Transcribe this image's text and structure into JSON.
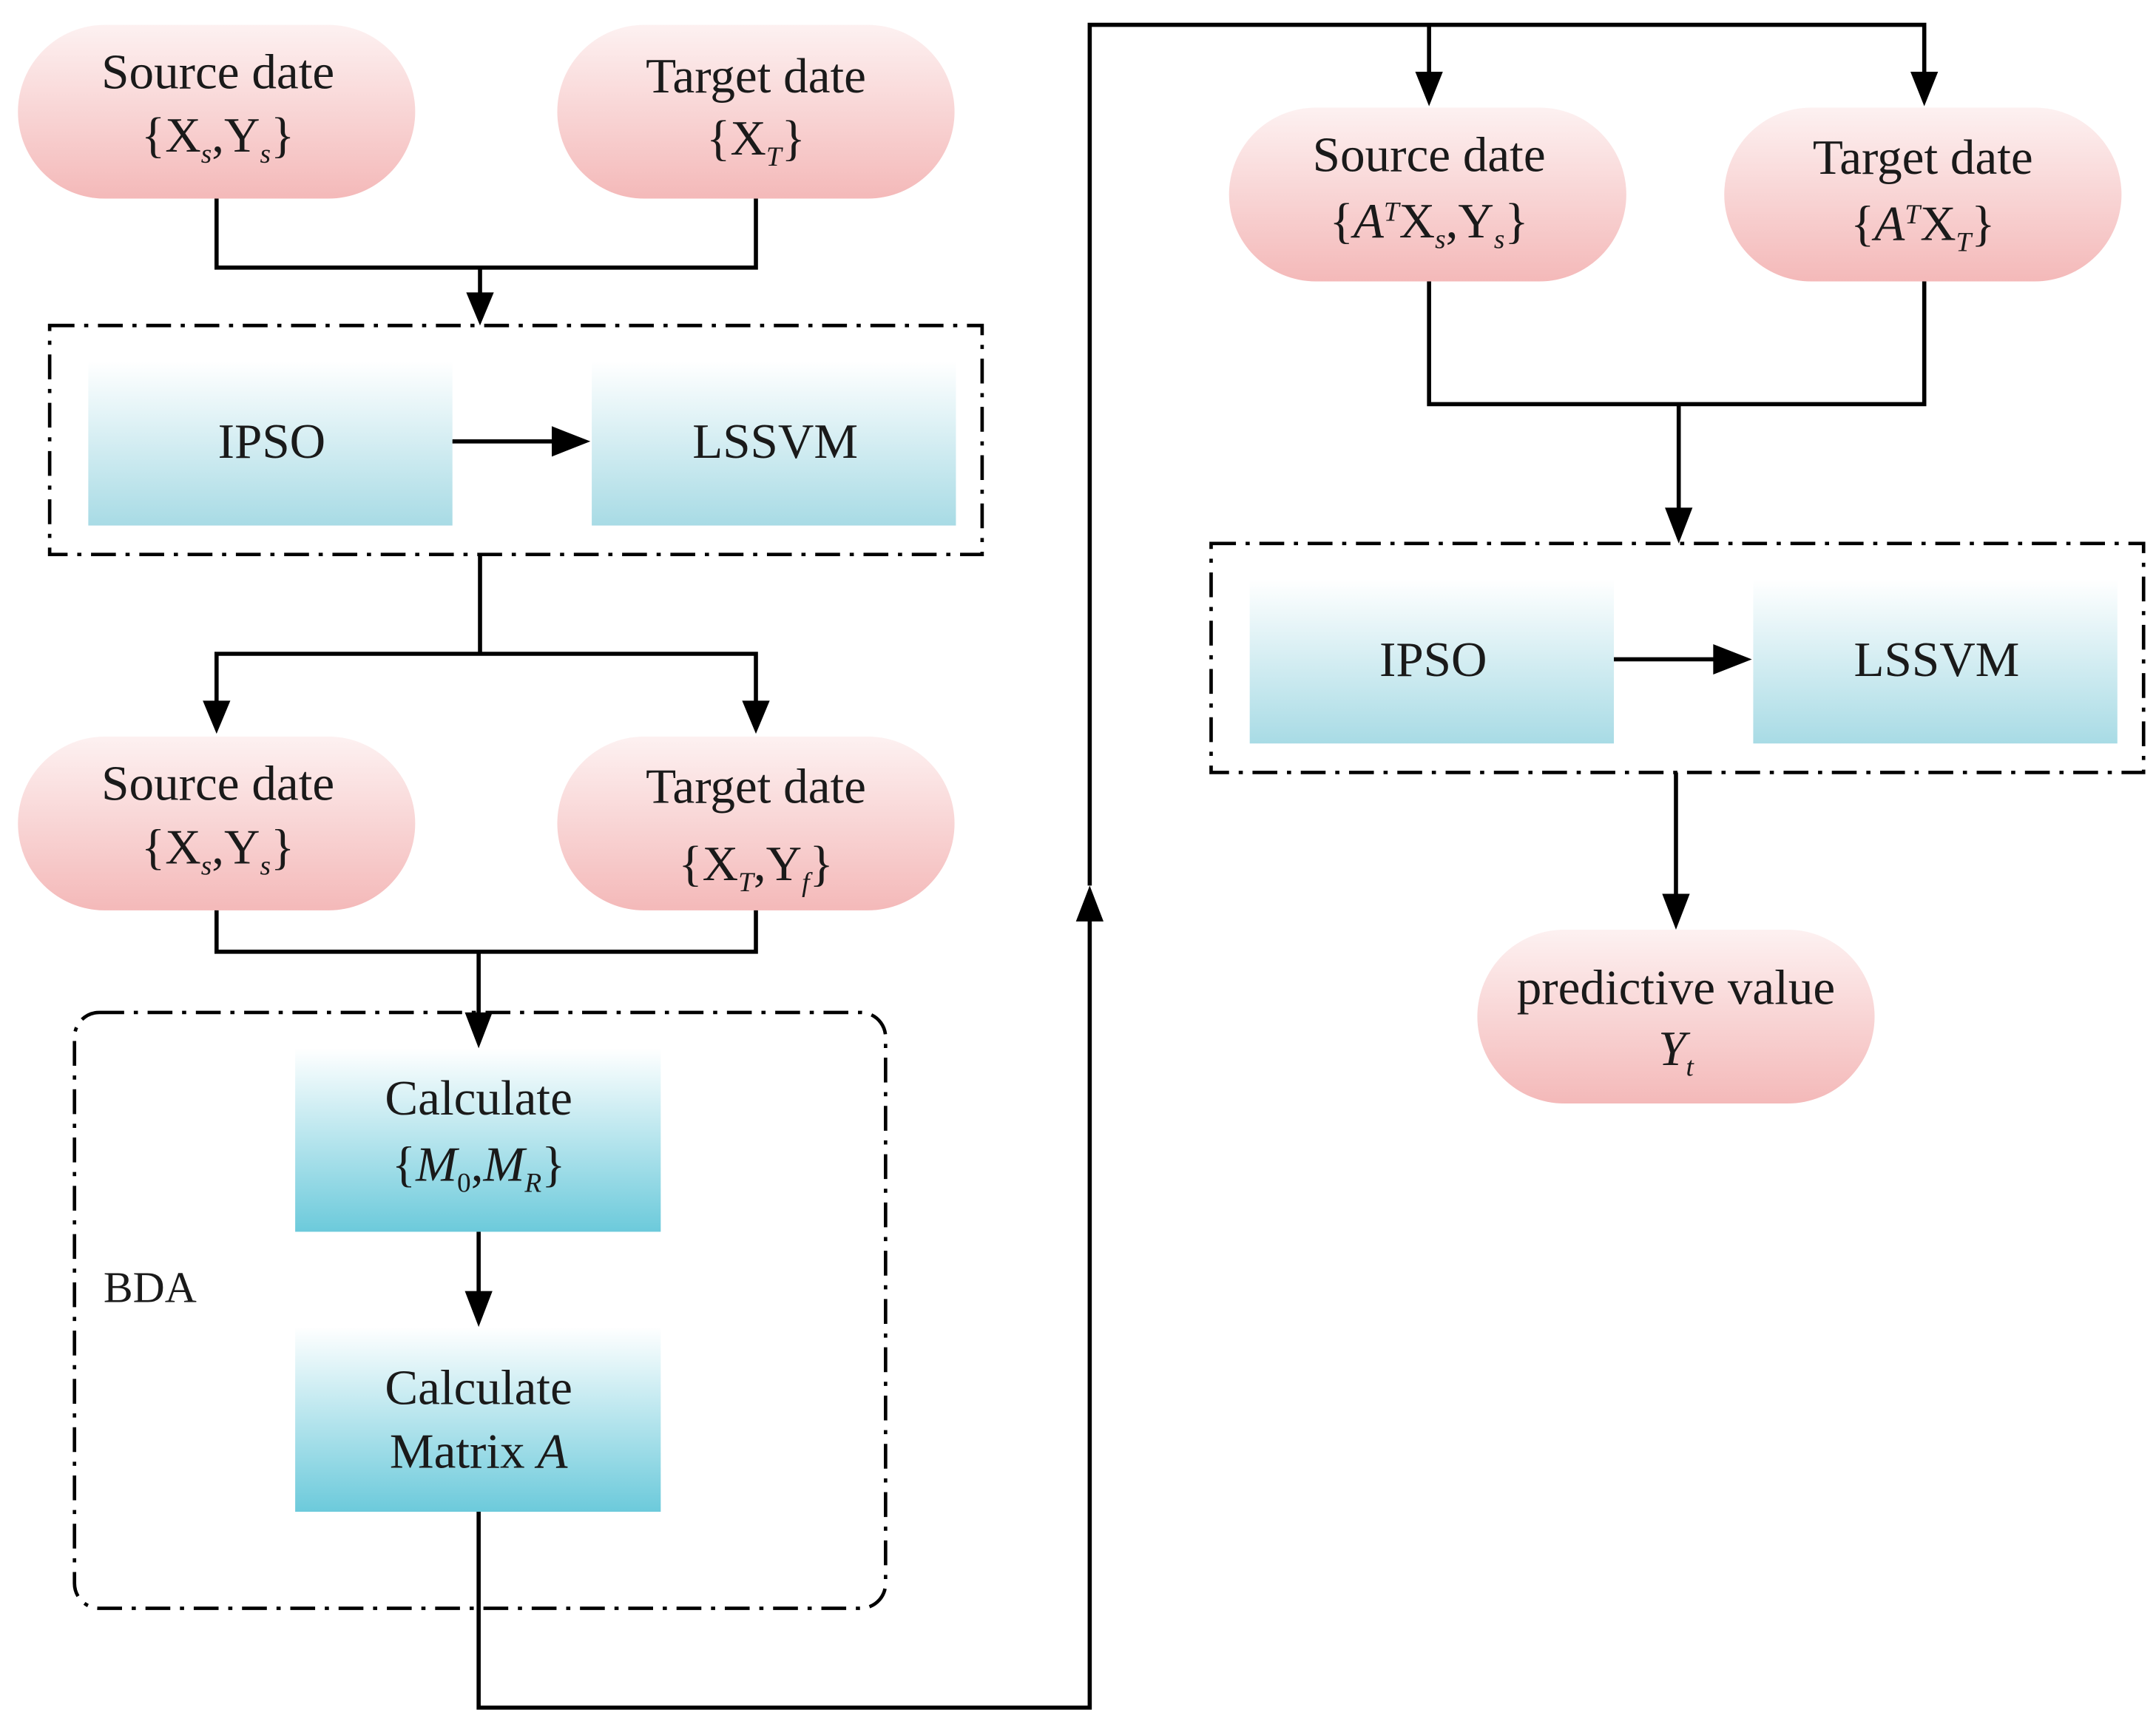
{
  "pills": {
    "src1": {
      "title": "Source date",
      "formula": "{Xs,Ys}"
    },
    "tgt1": {
      "title": "Target date",
      "formula": "{XT}"
    },
    "src2": {
      "title": "Source date",
      "formula": "{Xs,Ys}"
    },
    "tgt2": {
      "title": "Target date",
      "formula": "{XT,Yf}"
    },
    "src3": {
      "title": "Source date",
      "formula": "{ATXs,Ys}"
    },
    "tgt3": {
      "title": "Target date",
      "formula": "{ATXT}"
    },
    "pred": {
      "title": "predictive value",
      "formula": "Yt"
    }
  },
  "boxes": {
    "ipso1": "IPSO",
    "lssvm1": "LSSVM",
    "ipso2": "IPSO",
    "lssvm2": "LSSVM",
    "calc1": {
      "line1": "Calculate",
      "formula": "{M0,MR}"
    },
    "calc2": {
      "line1": "Calculate",
      "line2": "Matrix ",
      "var": "A"
    }
  },
  "bda_label": "BDA",
  "colors": {
    "pill_top": "#fdf1f1",
    "pill_bottom": "#f4b9b9",
    "box_top": "#ffffff",
    "box_bottom": "#a8dbe5",
    "calc_bottom": "#6ccadb",
    "line": "#000000"
  }
}
